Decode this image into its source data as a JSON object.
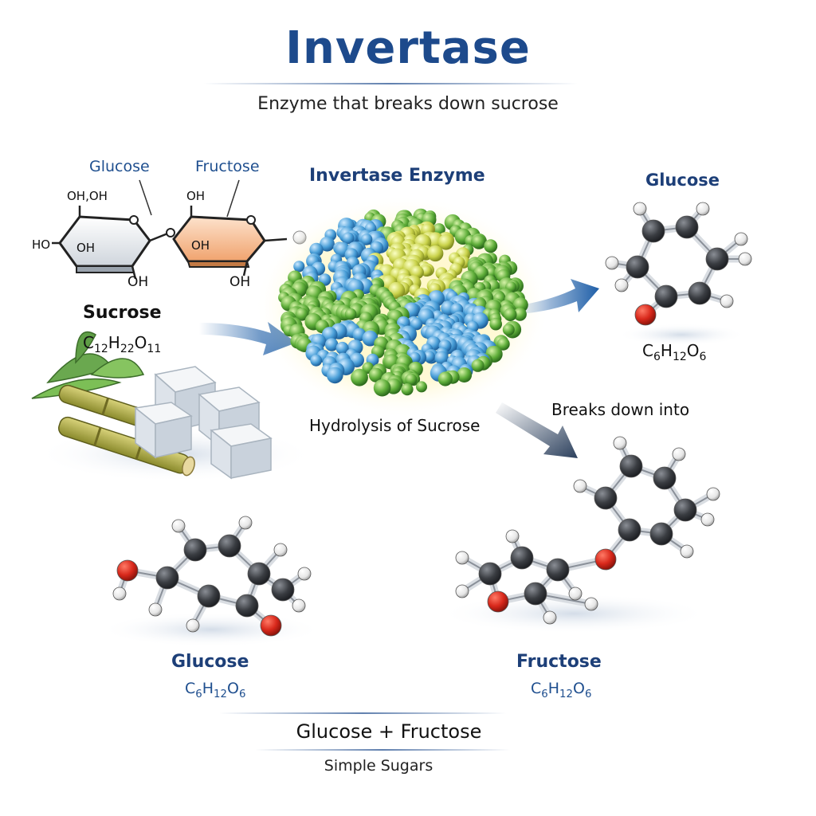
{
  "header": {
    "title": "Invertase",
    "subtitle": "Enzyme that breaks down sucrose"
  },
  "sucrose": {
    "glucose_label": "Glucose",
    "fructose_label": "Fructose",
    "oh_labels": [
      "OH,OH",
      "OH",
      "HO",
      "OH",
      "OH",
      "OH",
      "OH"
    ],
    "name": "Sucrose",
    "formula": "C12H22O11"
  },
  "enzyme": {
    "label": "Invertase Enzyme",
    "caption": "Hydrolysis of Sucrose"
  },
  "product_top": {
    "name": "Glucose",
    "formula": "C6H12O6"
  },
  "breaks_down_label": "Breaks down into",
  "products_bottom": {
    "glucose_name": "Glucose",
    "glucose_formula": "C6H12O6",
    "fructose_name": "Fructose",
    "fructose_formula": "C6H12O6"
  },
  "footer": {
    "equation": "Glucose + Fructose",
    "caption": "Simple Sugars"
  },
  "colors": {
    "title_blue": "#1d4a8c",
    "arrow_blue": "#1f5fa8",
    "carbon": "#3a3d42",
    "oxygen": "#d8281b",
    "hydrogen": "#f2f2f2",
    "enzyme_blue": "#4a9fd8",
    "enzyme_green": "#5fae3a",
    "enzyme_yellow": "#c9d24a",
    "fructose_ring": "#f5b98a"
  }
}
